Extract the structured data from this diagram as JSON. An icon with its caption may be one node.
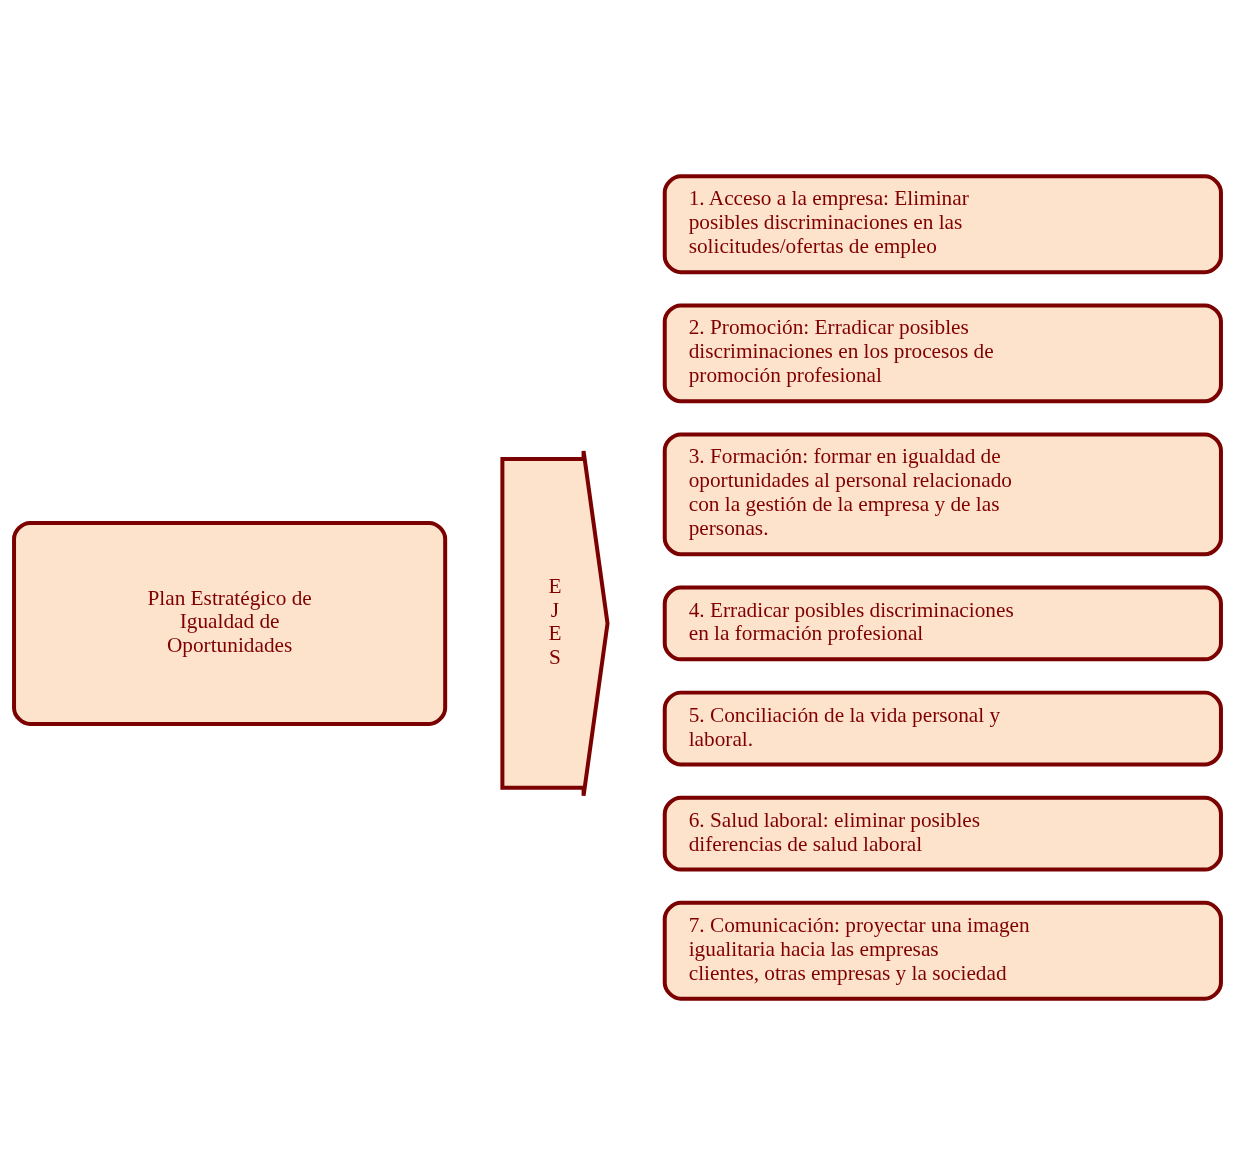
{
  "diagram": {
    "nodes": [
      {
        "text": [
          "Plan Estratégico de Igualdad de Oportunidades"
        ]
      },
      {
        "text": [
          "EJES"
        ]
      },
      {
        "text": [
          "1. Acceso a la empresa: Eliminar posibles discriminaciones en las solicitudes/ofertas de empleo"
        ]
      },
      {
        "text": [
          "2. Promoción: Erradicar posibles discriminaciones en los procesos de promoción profesional"
        ]
      },
      {
        "text": [
          "3. Formación: formar en igualdad de oportunidades al personal relacionado con la gestión de la empresa y de las personas."
        ]
      },
      {
        "text": [
          "4. Erradicar posibles discriminaciones en la formación profesional"
        ]
      },
      {
        "text": [
          "5. Conciliación de la vida personal y laboral."
        ]
      },
      {
        "text": [
          "6. Salud laboral: eliminar posibles diferencias de salud laboral"
        ]
      },
      {
        "text": [
          "7. Comunicación: proyectar una imagen igualitaria hacia las empresas clientes, otras empresas y la sociedad"
        ]
      }
    ]
  }
}
